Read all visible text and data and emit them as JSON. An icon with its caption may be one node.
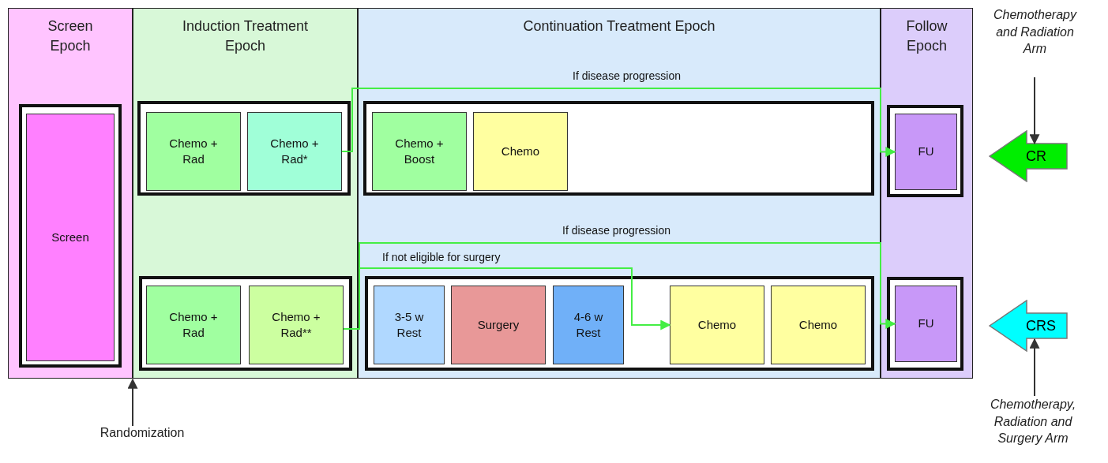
{
  "diagram": {
    "nodes": [
      {
        "text": [
          "Screen Epoch"
        ]
      },
      {
        "text": [
          "Induction Treatment Epoch"
        ]
      },
      {
        "text": [
          "Continuation Treatment Epoch"
        ]
      },
      {
        "text": [
          "Follow Epoch"
        ]
      },
      {
        "text": [],
        "shape": "box",
        "in": 0
      },
      {
        "text": [
          "Screen"
        ],
        "in": 4
      },
      {
        "text": [],
        "shape": "box",
        "in": 1
      },
      {
        "text": [
          "Chemo + Rad"
        ],
        "in": 6
      },
      {
        "text": [
          "Chemo + Rad*"
        ],
        "in": 6
      },
      {
        "text": [],
        "shape": "box",
        "in": 2
      },
      {
        "text": [
          "Chemo + Boost"
        ],
        "in": 9
      },
      {
        "text": [
          "Chemo"
        ],
        "in": 9
      },
      {
        "text": [],
        "shape": "box",
        "in": 3
      },
      {
        "text": [
          "FU"
        ],
        "in": 12
      },
      {
        "text": [],
        "shape": "box",
        "in": 1
      },
      {
        "text": [
          "Chemo + Rad"
        ],
        "in": 14
      },
      {
        "text": [
          "Chemo + Rad**"
        ],
        "in": 14
      },
      {
        "text": [],
        "shape": "box",
        "in": 2
      },
      {
        "text": [
          "3-5 w Rest"
        ],
        "in": 17
      },
      {
        "text": [
          "Surgery"
        ],
        "in": 17
      },
      {
        "text": [
          "4-6 w Rest"
        ],
        "in": 17
      },
      {
        "text": [
          "Chemo"
        ],
        "in": 17
      },
      {
        "text": [
          "Chemo"
        ],
        "in": 17
      },
      {
        "text": [],
        "shape": "box",
        "in": 3
      },
      {
        "text": [
          "FU"
        ],
        "in": 23
      },
      {
        "text": [
          "CR"
        ]
      },
      {
        "text": [
          "CRS"
        ]
      },
      {
        "text": [
          "Chemotherapy and Radiation Arm"
        ]
      },
      {
        "text": [
          "Chemotherapy, Radiation and Surgery Arm"
        ]
      },
      {
        "text": [
          "Randomization"
        ]
      }
    ],
    "edges": [
      {
        "from": 8,
        "to": 13,
        "arrow": "to",
        "label": "If disease progression"
      },
      {
        "from": 16,
        "to": 24,
        "arrow": "to",
        "label": "If disease progression"
      },
      {
        "from": 16,
        "to": 21,
        "arrow": "to",
        "label": "If not eligible for surgery"
      },
      {
        "from": 27,
        "to": 25,
        "arrow": "to",
        "color": "#333333"
      },
      {
        "from": 28,
        "to": 26,
        "arrow": "to",
        "color": "#333333"
      },
      {
        "from": 29,
        "to": 0,
        "arrow": "to",
        "color": "#333333"
      }
    ]
  }
}
